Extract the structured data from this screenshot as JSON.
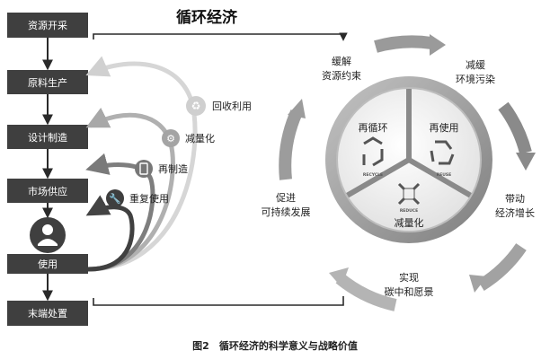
{
  "title": "循环经济",
  "caption": "图2　循环经济的科学意义与战略价值",
  "chain": [
    "资源开采",
    "原料生产",
    "设计制造",
    "市场供应",
    "使用",
    "末端处置"
  ],
  "loops": [
    "回收利用",
    "减量化",
    "再制造",
    "重复使用"
  ],
  "center": {
    "recycle": "再循环",
    "reuse": "再使用",
    "reduce": "减量化",
    "recycle_caption": "RECYCLE",
    "reuse_caption": "REUSE",
    "reduce_caption": "REDUCE"
  },
  "outer": {
    "top_left": [
      "缓解",
      "资源约束"
    ],
    "top_right": [
      "减缓",
      "环境污染"
    ],
    "right": [
      "带动",
      "经济增长"
    ],
    "bottom": [
      "实现",
      "碳中和愿景"
    ],
    "left": [
      "促进",
      "可持续发展"
    ]
  },
  "colors": {
    "box": "#3f3f3f",
    "arrow": "#2a2a2a",
    "ring": "#9a9a9a"
  }
}
